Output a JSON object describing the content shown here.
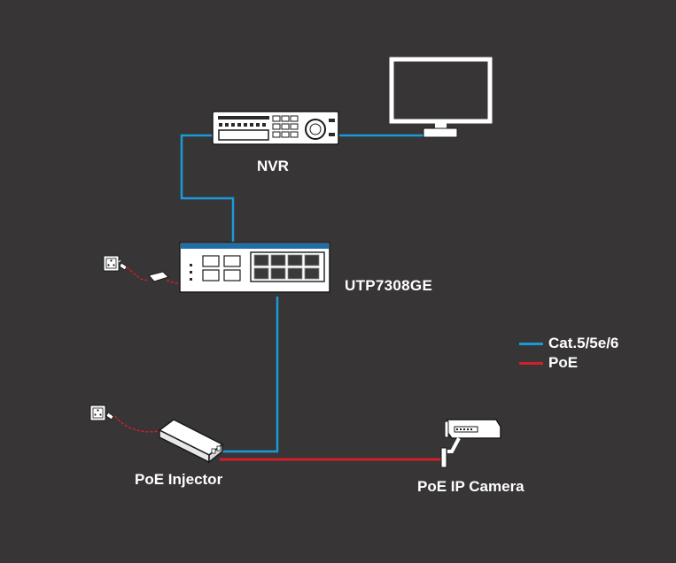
{
  "colors": {
    "background": "#373536",
    "cable": "#1a9bd7",
    "poe": "#d0202a",
    "device": "#ffffff",
    "outline": "#1a1a1a"
  },
  "devices": {
    "nvr": {
      "label": "NVR",
      "icon": "nvr-icon"
    },
    "monitor": {
      "icon": "monitor-icon"
    },
    "switch": {
      "label": "UTP7308GE",
      "icon": "poe-switch-icon"
    },
    "injector": {
      "label": "PoE Injector",
      "icon": "poe-injector-icon"
    },
    "camera": {
      "label": "PoE IP Camera",
      "icon": "ip-camera-icon"
    }
  },
  "legend": {
    "items": [
      {
        "label": "Cat.5/5e/6",
        "color": "#1a9bd7"
      },
      {
        "label": "PoE",
        "color": "#d0202a"
      }
    ]
  }
}
